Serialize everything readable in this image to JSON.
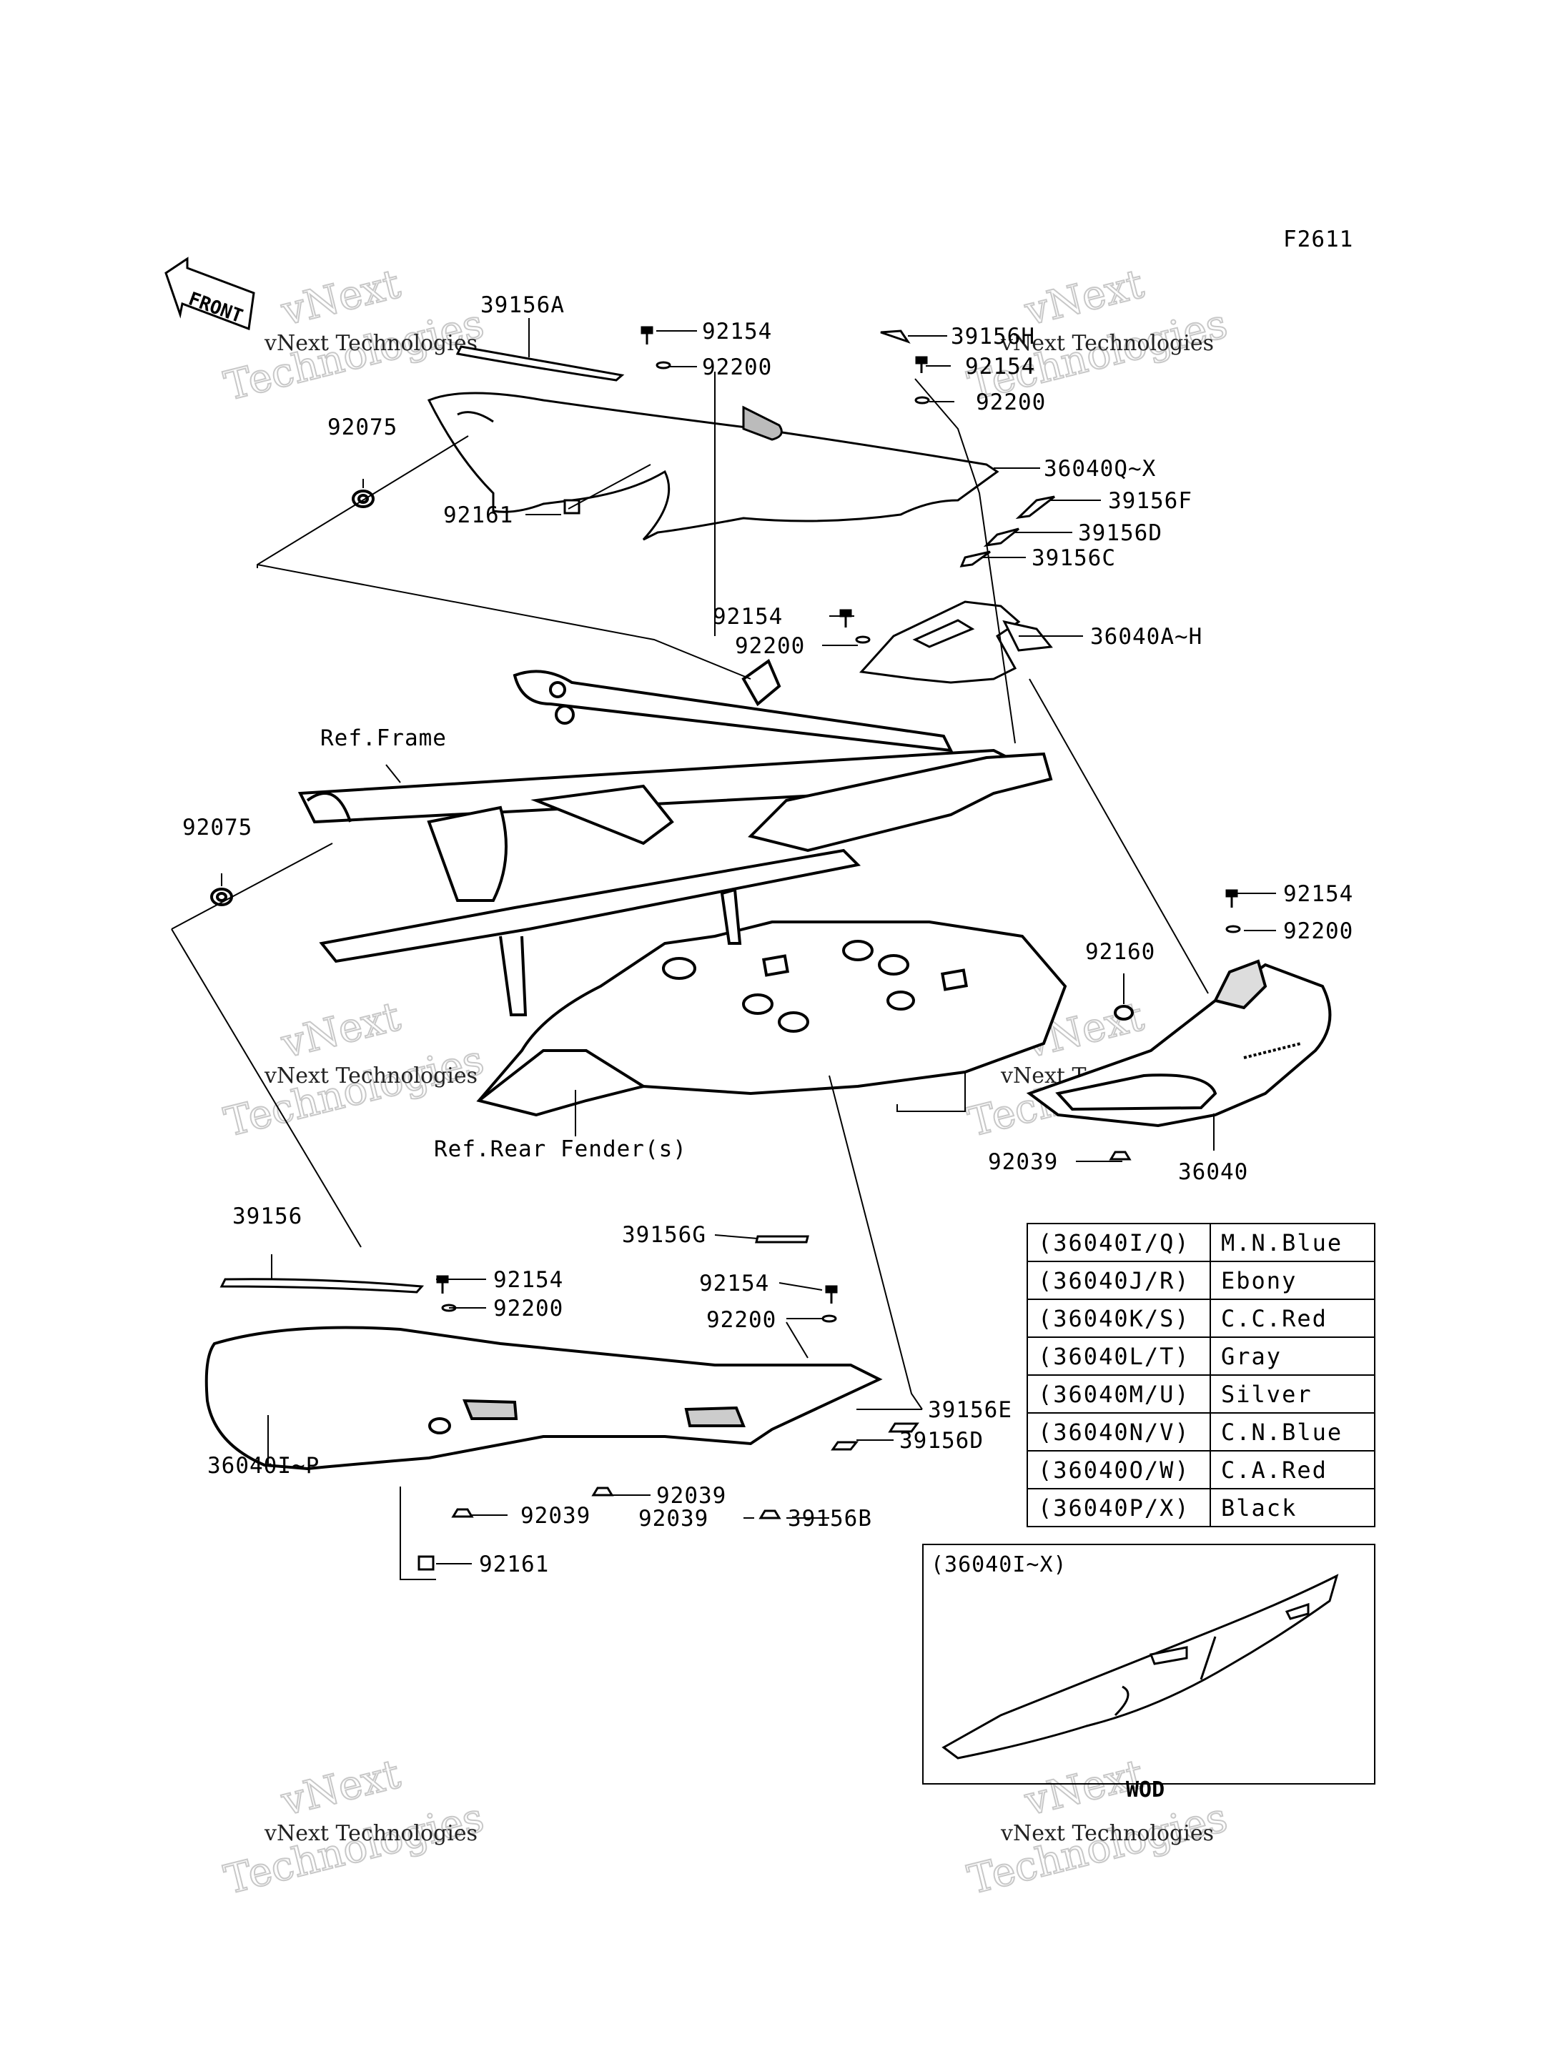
{
  "figure_code": "F2611",
  "front_arrow_label": "FRONT",
  "part_labels": [
    "39156A",
    "92154",
    "92200",
    "39156H",
    "92154",
    "92200",
    "36040Q~X",
    "92075",
    "92161",
    "39156F",
    "39156D",
    "39156C",
    "92154",
    "92200",
    "36040A~H",
    "Ref.Frame",
    "92075",
    "92154",
    "92200",
    "92160",
    "Ref.Rear Fender(s)",
    "92039",
    "36040",
    "39156",
    "39156G",
    "92154",
    "92200",
    "92154",
    "92200",
    "39156E",
    "39156D",
    "36040I~P",
    "92039",
    "92039",
    "92039",
    "39156B",
    "92161"
  ],
  "color_table": [
    {
      "code": "(36040I/Q)",
      "color": "M.N.Blue"
    },
    {
      "code": "(36040J/R)",
      "color": "Ebony"
    },
    {
      "code": "(36040K/S)",
      "color": "C.C.Red"
    },
    {
      "code": "(36040L/T)",
      "color": "Gray"
    },
    {
      "code": "(36040M/U)",
      "color": "Silver"
    },
    {
      "code": "(36040N/V)",
      "color": "C.N.Blue"
    },
    {
      "code": "(36040O/W)",
      "color": "C.A.Red"
    },
    {
      "code": "(36040P/X)",
      "color": "Black"
    }
  ],
  "inset": {
    "title": "(36040I~X)",
    "footer": "WOD"
  },
  "watermark": {
    "small": "vNext Technologies",
    "big_top": "vNext",
    "big_bottom": "Technologies"
  }
}
